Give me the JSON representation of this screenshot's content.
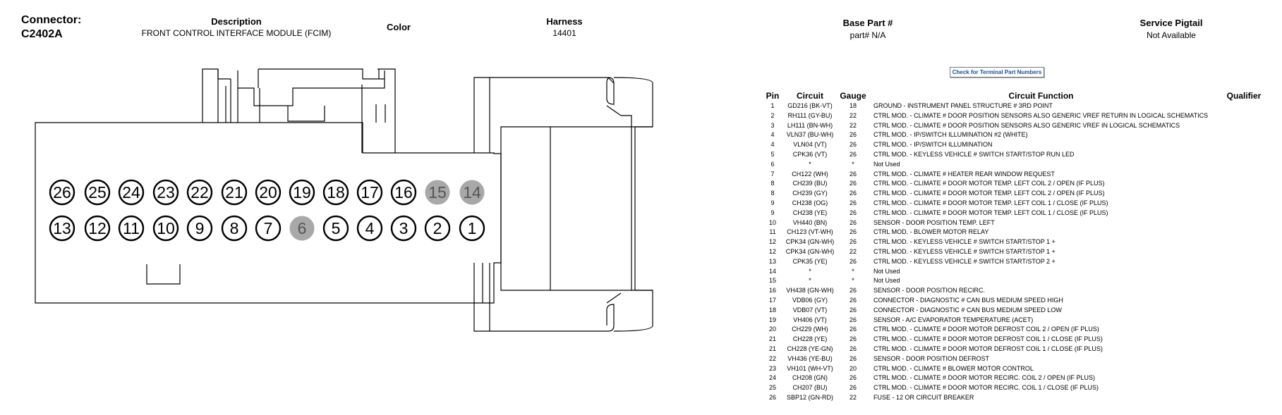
{
  "header": {
    "connector_label": "Connector:",
    "connector_id": "C2402A",
    "description_label": "Description",
    "description_value": "FRONT CONTROL INTERFACE MODULE (FCIM)",
    "color_label": "Color",
    "harness_label": "Harness",
    "harness_value": "14401",
    "base_part_label": "Base Part #",
    "base_part_value": "part# N/A",
    "service_pigtail_label": "Service Pigtail",
    "service_pigtail_value": "Not Available"
  },
  "terminal_button_label": "Check for Terminal Part Numbers",
  "connector_face": {
    "top_row": [
      "26",
      "25",
      "24",
      "23",
      "22",
      "21",
      "20",
      "19",
      "18",
      "17",
      "16",
      "15",
      "14"
    ],
    "bottom_row": [
      "13",
      "12",
      "11",
      "10",
      "9",
      "8",
      "7",
      "6",
      "5",
      "4",
      "3",
      "2",
      "1"
    ],
    "unused_pins": [
      "15",
      "14",
      "6"
    ],
    "unused_color": "#a8a8a8"
  },
  "table": {
    "headers": {
      "pin": "Pin",
      "circuit": "Circuit",
      "gauge": "Gauge",
      "function": "Circuit Function",
      "qualifier": "Qualifier"
    },
    "rows": [
      {
        "pin": "1",
        "circuit": "GD216 (BK-VT)",
        "gauge": "18",
        "function": "GROUND - INSTRUMENT PANEL STRUCTURE # 3RD POINT"
      },
      {
        "pin": "2",
        "circuit": "RH111 (GY-BU)",
        "gauge": "22",
        "function": "CTRL MOD. - CLIMATE # DOOR POSITION SENSORS ALSO GENERIC VREF RETURN IN LOGICAL SCHEMATICS"
      },
      {
        "pin": "3",
        "circuit": "LH111 (BN-WH)",
        "gauge": "22",
        "function": "CTRL MOD. - CLIMATE # DOOR POSITION SENSORS ALSO GENERIC VREF IN LOGICAL SCHEMATICS"
      },
      {
        "pin": "4",
        "circuit": "VLN37 (BU-WH)",
        "gauge": "26",
        "function": "CTRL MOD. - IP/SWITCH ILLUMINATION #2 (WHITE)"
      },
      {
        "pin": "4",
        "circuit": "VLN04 (VT)",
        "gauge": "26",
        "function": "CTRL MOD. - IP/SWITCH ILLUMINATION"
      },
      {
        "pin": "5",
        "circuit": "CPK36 (VT)",
        "gauge": "26",
        "function": "CTRL MOD. - KEYLESS VEHICLE # SWITCH START/STOP RUN LED"
      },
      {
        "pin": "6",
        "circuit": "*",
        "gauge": "*",
        "function": "Not Used"
      },
      {
        "pin": "7",
        "circuit": "CH122 (WH)",
        "gauge": "26",
        "function": "CTRL MOD. - CLIMATE # HEATER REAR WINDOW REQUEST"
      },
      {
        "pin": "8",
        "circuit": "CH239 (BU)",
        "gauge": "26",
        "function": "CTRL MOD. - CLIMATE # DOOR MOTOR TEMP. LEFT COIL 2 / OPEN (IF PLUS)"
      },
      {
        "pin": "8",
        "circuit": "CH239 (GY)",
        "gauge": "26",
        "function": "CTRL MOD. - CLIMATE # DOOR MOTOR TEMP. LEFT COIL 2 / OPEN (IF PLUS)"
      },
      {
        "pin": "9",
        "circuit": "CH238 (OG)",
        "gauge": "26",
        "function": "CTRL MOD. - CLIMATE # DOOR MOTOR TEMP. LEFT COIL 1 / CLOSE (IF PLUS)"
      },
      {
        "pin": "9",
        "circuit": "CH238 (YE)",
        "gauge": "26",
        "function": "CTRL MOD. - CLIMATE # DOOR MOTOR TEMP. LEFT COIL 1 / CLOSE (IF PLUS)"
      },
      {
        "pin": "10",
        "circuit": "VH440 (BN)",
        "gauge": "26",
        "function": "SENSOR - DOOR POSITION TEMP. LEFT"
      },
      {
        "pin": "11",
        "circuit": "CH123 (VT-WH)",
        "gauge": "26",
        "function": "CTRL MOD. - BLOWER MOTOR RELAY"
      },
      {
        "pin": "12",
        "circuit": "CPK34 (GN-WH)",
        "gauge": "26",
        "function": "CTRL MOD. - KEYLESS VEHICLE # SWITCH START/STOP 1 +"
      },
      {
        "pin": "12",
        "circuit": "CPK34 (GN-WH)",
        "gauge": "22",
        "function": "CTRL MOD. - KEYLESS VEHICLE # SWITCH START/STOP 1 +"
      },
      {
        "pin": "13",
        "circuit": "CPK35 (YE)",
        "gauge": "26",
        "function": "CTRL MOD. - KEYLESS VEHICLE # SWITCH START/STOP 2 +"
      },
      {
        "pin": "14",
        "circuit": "*",
        "gauge": "*",
        "function": "Not Used"
      },
      {
        "pin": "15",
        "circuit": "*",
        "gauge": "*",
        "function": "Not Used"
      },
      {
        "pin": "16",
        "circuit": "VH438 (GN-WH)",
        "gauge": "26",
        "function": "SENSOR - DOOR POSITION RECIRC."
      },
      {
        "pin": "17",
        "circuit": "VDB06 (GY)",
        "gauge": "26",
        "function": "CONNECTOR - DIAGNOSTIC # CAN BUS MEDIUM SPEED HIGH"
      },
      {
        "pin": "18",
        "circuit": "VDB07 (VT)",
        "gauge": "26",
        "function": "CONNECTOR - DIAGNOSTIC # CAN BUS MEDIUM SPEED LOW"
      },
      {
        "pin": "19",
        "circuit": "VH406 (VT)",
        "gauge": "26",
        "function": "SENSOR - A/C EVAPORATOR TEMPERATURE (ACET)"
      },
      {
        "pin": "20",
        "circuit": "CH229 (WH)",
        "gauge": "26",
        "function": "CTRL MOD. - CLIMATE # DOOR MOTOR DEFROST COIL 2 / OPEN (IF PLUS)"
      },
      {
        "pin": "21",
        "circuit": "CH228 (YE)",
        "gauge": "26",
        "function": "CTRL MOD. - CLIMATE # DOOR MOTOR DEFROST COIL 1 / CLOSE (IF PLUS)"
      },
      {
        "pin": "21",
        "circuit": "CH228 (YE-GN)",
        "gauge": "26",
        "function": "CTRL MOD. - CLIMATE # DOOR MOTOR DEFROST COIL 1 / CLOSE (IF PLUS)"
      },
      {
        "pin": "22",
        "circuit": "VH436 (YE-BU)",
        "gauge": "26",
        "function": "SENSOR - DOOR POSITION DEFROST"
      },
      {
        "pin": "23",
        "circuit": "VH101 (WH-VT)",
        "gauge": "20",
        "function": "CTRL MOD. - CLIMATE # BLOWER MOTOR CONTROL"
      },
      {
        "pin": "24",
        "circuit": "CH208 (GN)",
        "gauge": "26",
        "function": "CTRL MOD. - CLIMATE # DOOR MOTOR RECIRC. COIL 2 / OPEN (IF PLUS)"
      },
      {
        "pin": "25",
        "circuit": "CH207 (BU)",
        "gauge": "26",
        "function": "CTRL MOD. - CLIMATE # DOOR MOTOR RECIRC. COIL 1 / CLOSE (IF PLUS)"
      },
      {
        "pin": "26",
        "circuit": "SBP12 (GN-RD)",
        "gauge": "22",
        "function": "FUSE - 12 OR CIRCUIT BREAKER"
      }
    ]
  }
}
